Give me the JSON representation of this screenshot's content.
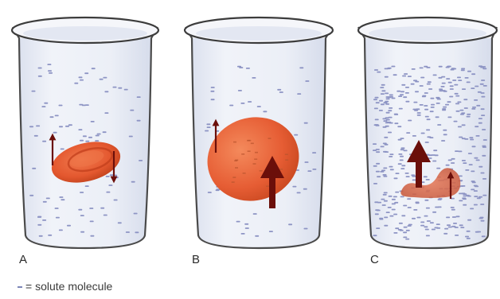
{
  "beakers": [
    {
      "label": "A",
      "solute_density": "medium"
    },
    {
      "label": "B",
      "solute_density": "low"
    },
    {
      "label": "C",
      "solute_density": "high"
    }
  ],
  "legend": {
    "text": "= solute molecule"
  },
  "colors": {
    "glass_edge": "#4a4a4a",
    "water": "#e6ebf4",
    "solute": "#8d94c4",
    "cell": "#e8623a",
    "arrow": "#6b0f0a"
  }
}
